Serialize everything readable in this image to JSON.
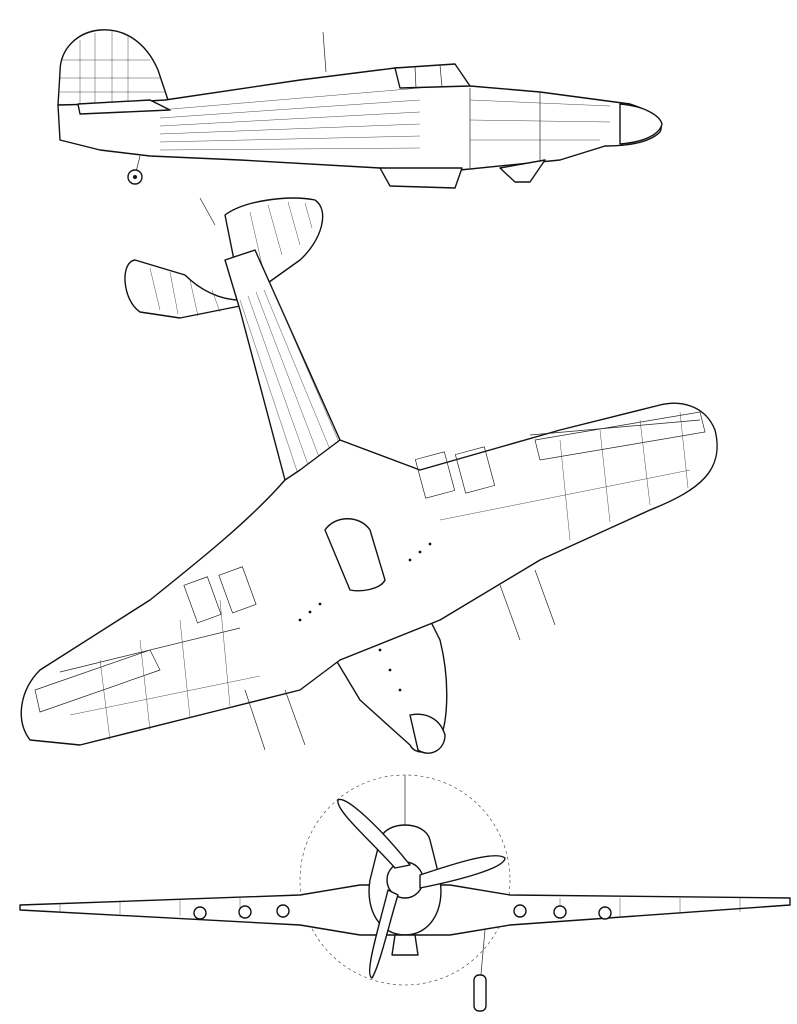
{
  "drawing": {
    "views": [
      {
        "id": "side-view",
        "aircraft": "fighter",
        "orientation": "left-profile"
      },
      {
        "id": "plan-view",
        "aircraft": "fighter",
        "orientation": "underside"
      },
      {
        "id": "front-view",
        "aircraft": "fighter",
        "orientation": "head-on"
      }
    ],
    "colors": {
      "line": "#111111",
      "background": "#ffffff"
    }
  }
}
